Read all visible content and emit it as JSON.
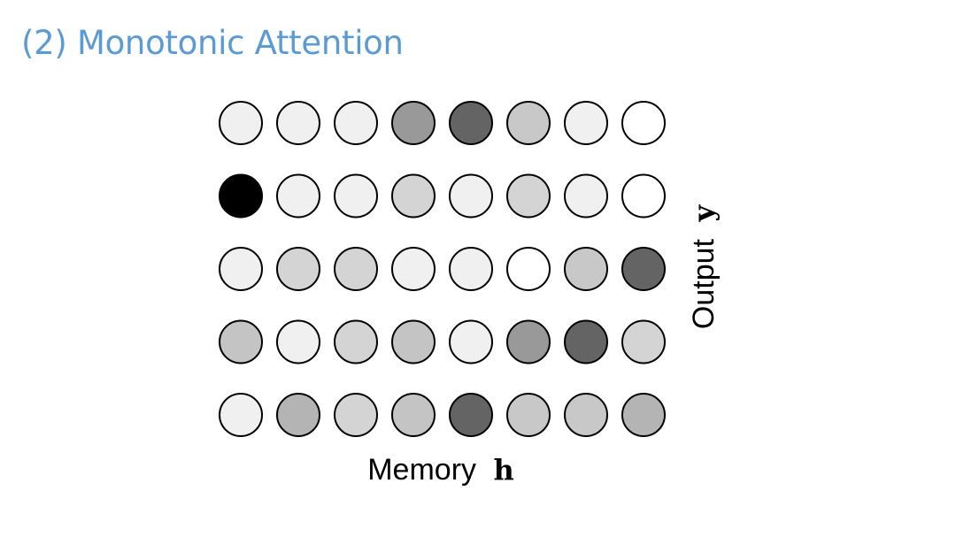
{
  "slide": {
    "title": "(2) Monotonic Attention"
  },
  "diagram": {
    "x_label": "Memory",
    "x_symbol": "h",
    "y_label": "Output",
    "y_symbol": "y",
    "cell_shades": [
      [
        "#f0f0f1",
        "#f0f0f1",
        "#f0f0f1",
        "#999999",
        "#646464",
        "#c8c8c8",
        "#f0f0f1",
        "#ffffff"
      ],
      [
        "#000000",
        "#f0f0f1",
        "#f0f0f1",
        "#d4d4d4",
        "#f0f0f1",
        "#d4d4d4",
        "#f0f0f1",
        "#ffffff"
      ],
      [
        "#f0f0f1",
        "#d4d4d4",
        "#d4d4d4",
        "#f0f0f1",
        "#f0f0f1",
        "#ffffff",
        "#c8c8c8",
        "#646464"
      ],
      [
        "#c4c4c4",
        "#f0f0f1",
        "#d4d4d4",
        "#c4c4c4",
        "#f0f0f1",
        "#999999",
        "#646464",
        "#d4d4d4"
      ],
      [
        "#f0f0f1",
        "#b4b4b4",
        "#d4d4d4",
        "#c4c4c4",
        "#646464",
        "#c8c8c8",
        "#c8c8c8",
        "#b4b4b4"
      ]
    ]
  }
}
